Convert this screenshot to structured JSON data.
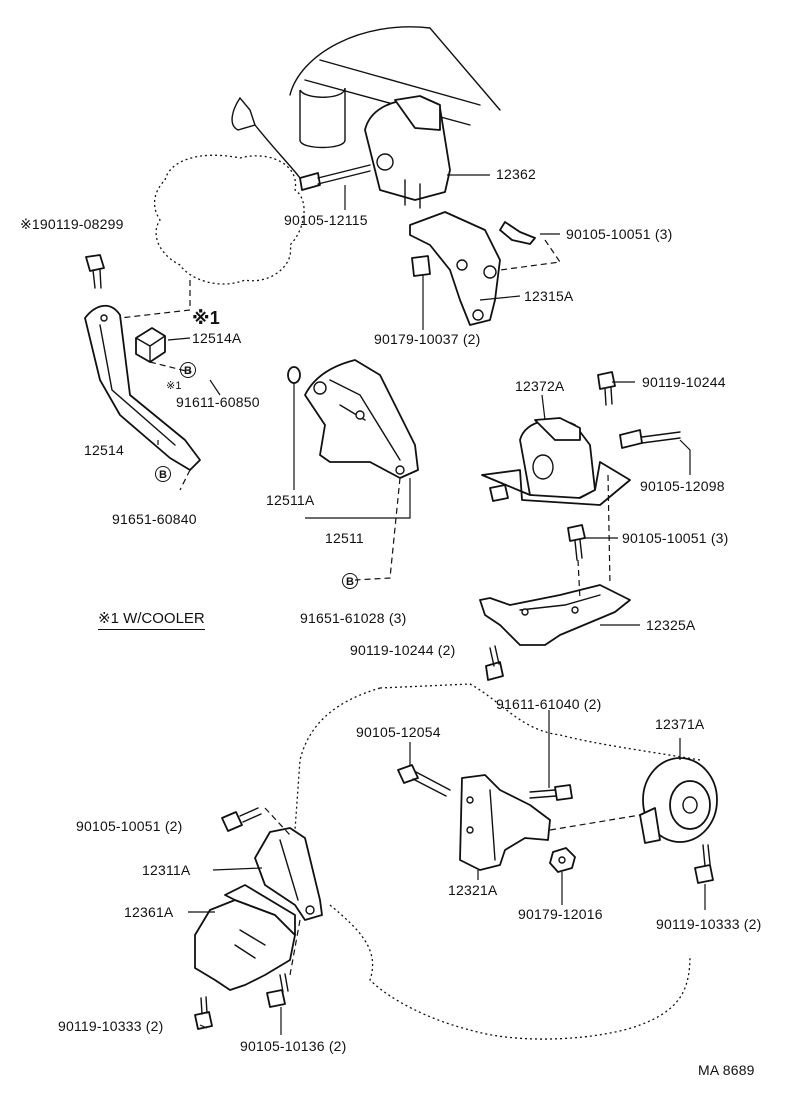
{
  "labels": {
    "p12362": "12362",
    "p90105_12115": "90105-12115",
    "p90105_10051_a": "90105-10051 (3)",
    "p190119_08299": "※190119-08299",
    "p12315A": "12315A",
    "p90179_10037": "90179-10037 (2)",
    "p12514A": "12514A",
    "p91611_60850": "91611-60850",
    "p12514": "12514",
    "p91651_60840": "91651-60840",
    "p12372A": "12372A",
    "p90119_10244_a": "90119-10244",
    "p90105_12098": "90105-12098",
    "p12511A": "12511A",
    "p12511": "12511",
    "p90105_10051_b": "90105-10051 (3)",
    "p91651_61028": "91651-61028 (3)",
    "p12325A": "12325A",
    "p90119_10244_b": "90119-10244 (2)",
    "p91611_61040": "91611-61040 (2)",
    "p90105_12054": "90105-12054",
    "p12371A": "12371A",
    "p90105_10051_c": "90105-10051 (2)",
    "p12311A": "12311A",
    "p12321A": "12321A",
    "p12361A": "12361A",
    "p90179_12016": "90179-12016",
    "p90119_10333_a": "90119-10333 (2)",
    "p90119_10333_b": "90119-10333 (2)",
    "p90105_10136": "90105-10136 (2)"
  },
  "notes": {
    "mark1_big": "※1",
    "mark1_small": "※1",
    "cooler": "※1 W/COOLER"
  },
  "markers": {
    "b": "B"
  },
  "footer": {
    "code": "MA  8689"
  }
}
